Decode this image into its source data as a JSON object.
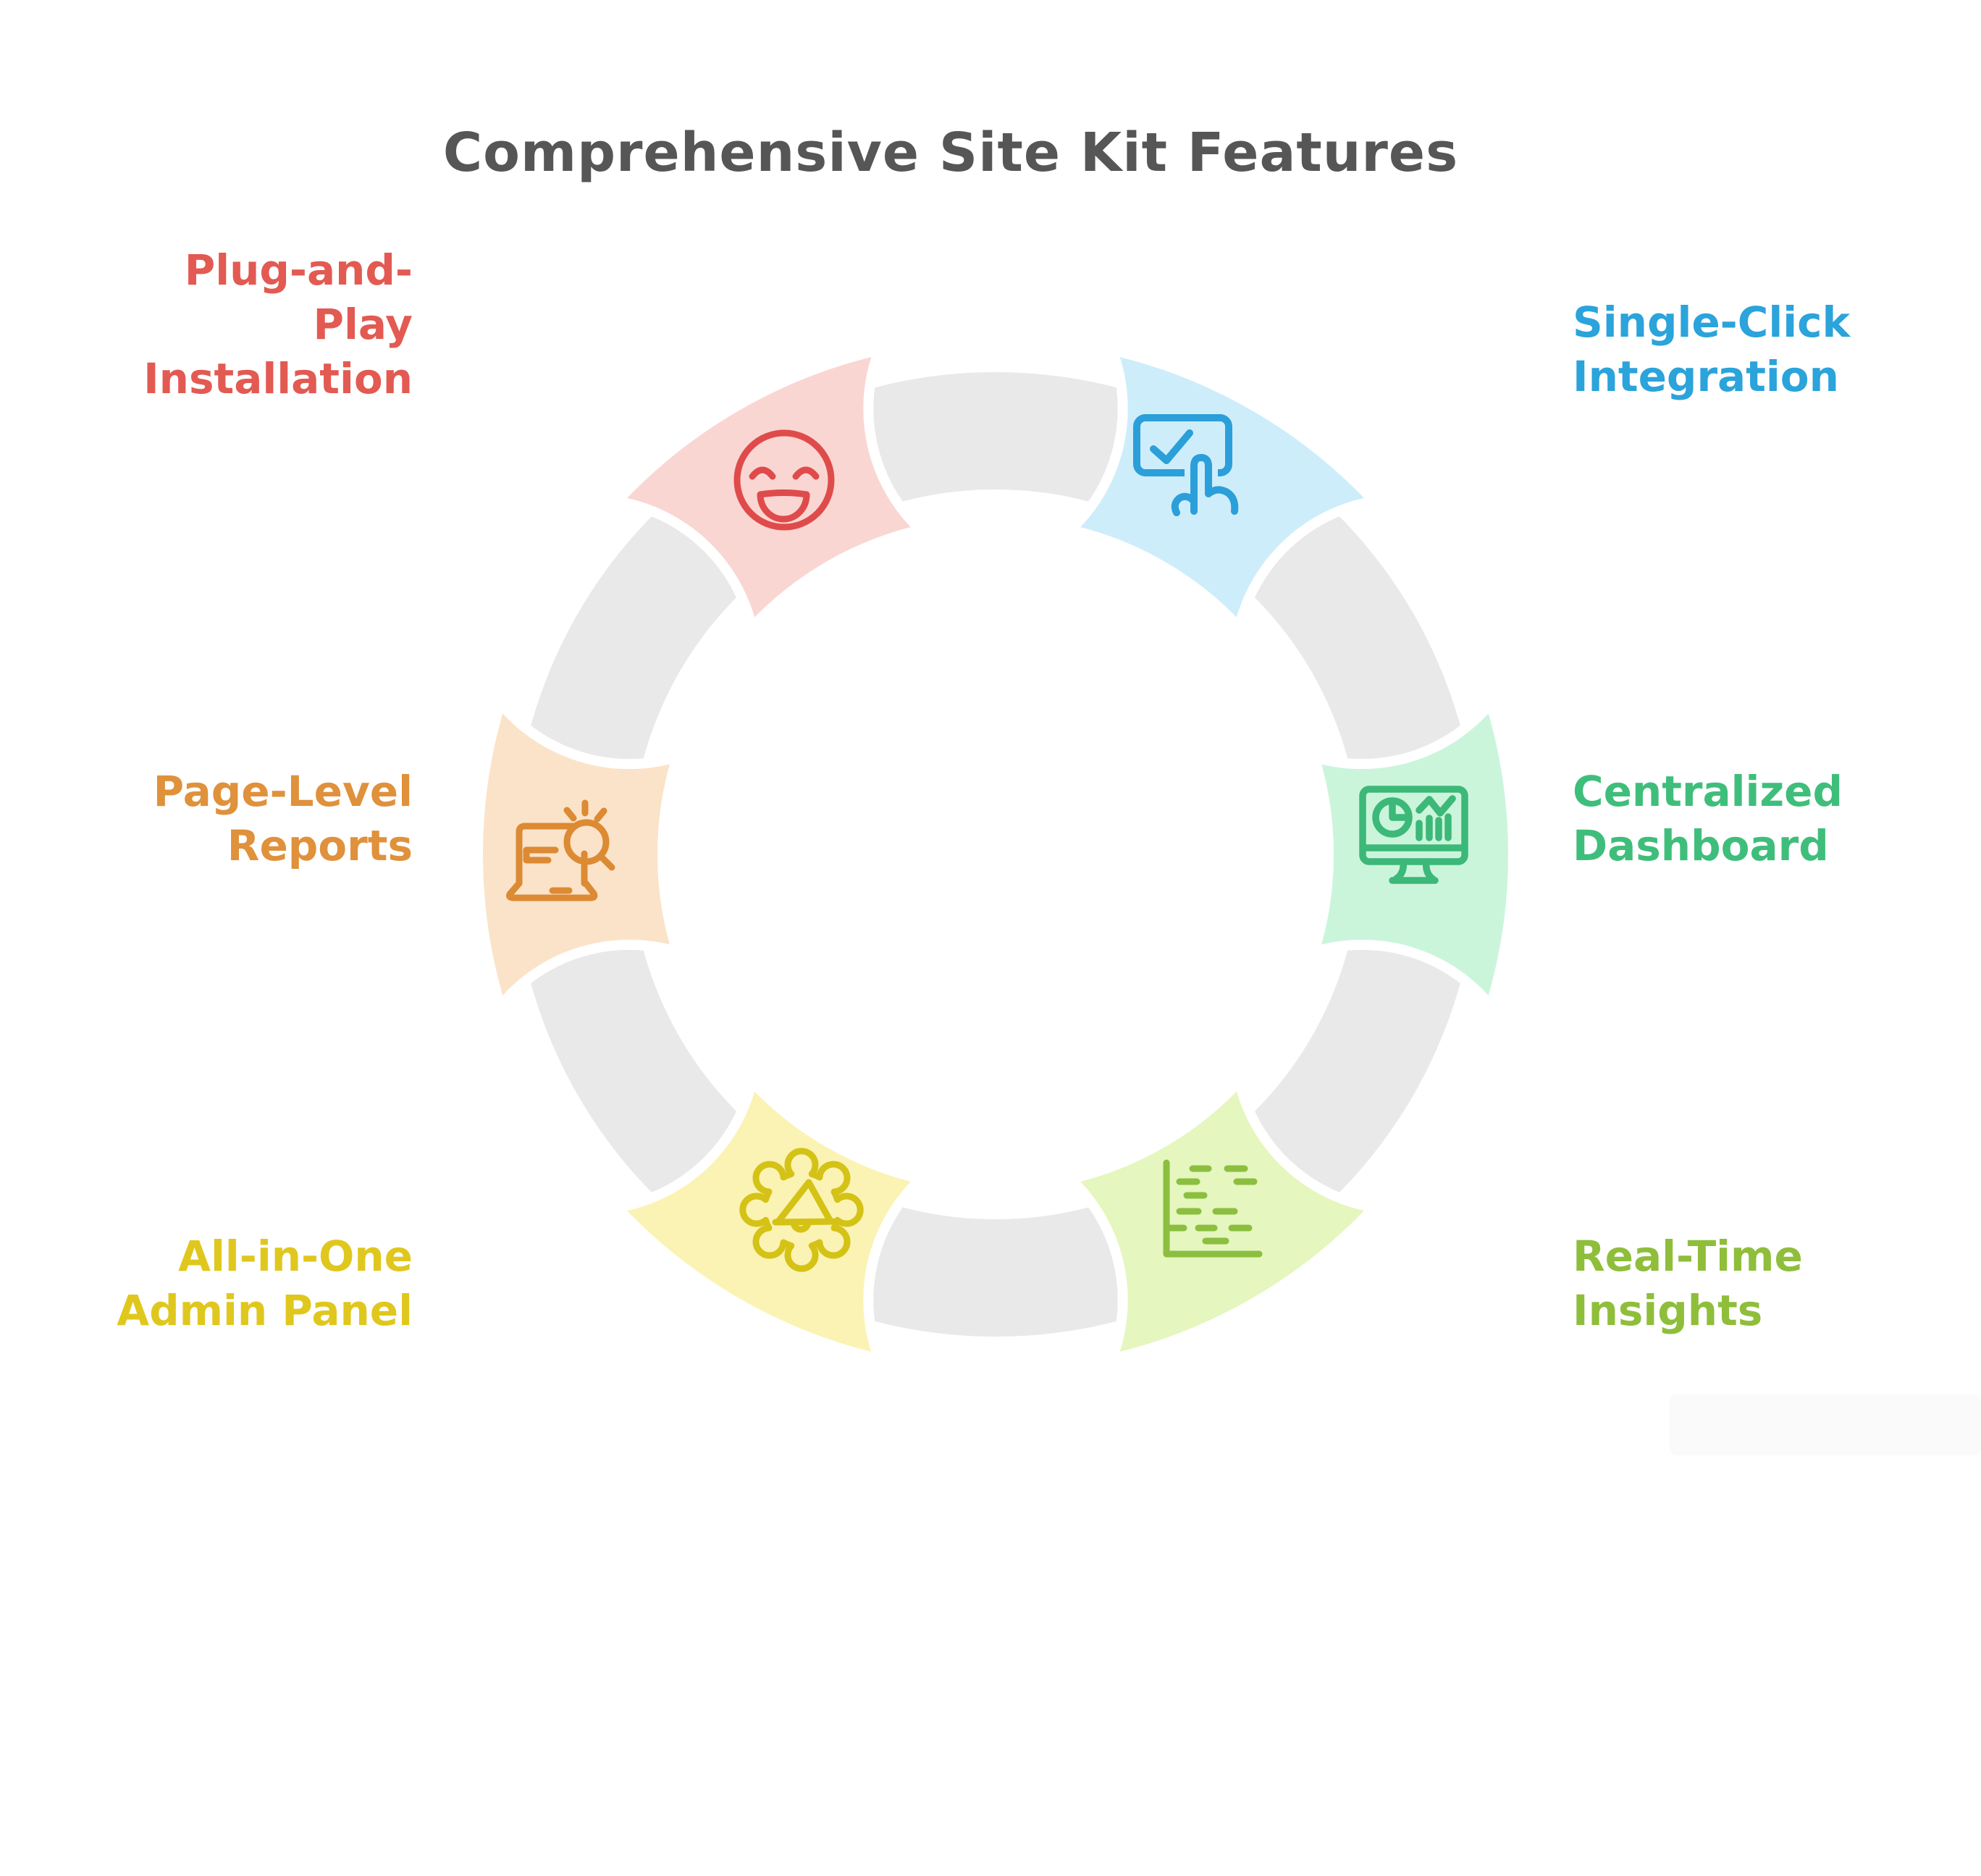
{
  "title": {
    "text": "Comprehensive Site Kit Features",
    "color": "#565656"
  },
  "diagram": {
    "background": "#FFFFFF",
    "ring_color": "#E9E9E9",
    "segments": [
      {
        "name": "centralized-dashboard",
        "label": "Centralized\nDashboard",
        "label_color": "#3FBE7B",
        "fill_color": "#CBF5DB",
        "icon": "dashboard-monitor-icon",
        "icon_color": "#3CB878",
        "position": "right"
      },
      {
        "name": "real-time-insights",
        "label": "Real-Time\nInsights",
        "label_color": "#8FBE3B",
        "fill_color": "#E5F6BE",
        "icon": "report-lines-icon",
        "icon_color": "#8CBE3F",
        "position": "bottom-right"
      },
      {
        "name": "all-in-one-admin-panel",
        "label": "All-in-One\nAdmin Panel",
        "label_color": "#E0C71E",
        "fill_color": "#FBF3B3",
        "icon": "gear-megaphone-icon",
        "icon_color": "#D4C216",
        "position": "bottom-left"
      },
      {
        "name": "page-level-reports",
        "label": "Page-Level\nReports",
        "label_color": "#E0913B",
        "fill_color": "#FBE3C9",
        "icon": "laptop-search-icon",
        "icon_color": "#DC8A33",
        "position": "left"
      },
      {
        "name": "plug-and-play-installation",
        "label": "Plug-and-\nPlay\nInstallation",
        "label_color": "#E25A52",
        "fill_color": "#FAD6D2",
        "icon": "smiley-face-icon",
        "icon_color": "#DF4B4B",
        "position": "top-left"
      },
      {
        "name": "single-click-integration",
        "label": "Single-Click\nIntegration",
        "label_color": "#2BA3DB",
        "fill_color": "#CEEDFA",
        "icon": "tap-checkbox-icon",
        "icon_color": "#2B9FD9",
        "position": "top-right"
      }
    ]
  }
}
